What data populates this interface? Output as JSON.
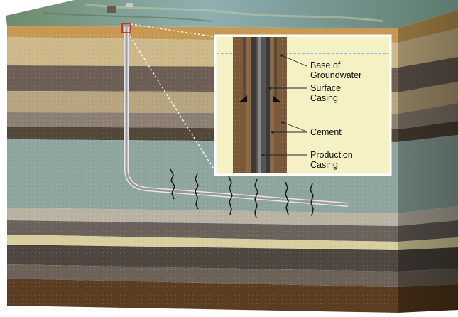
{
  "inset_labels": {
    "base_of_groundwater": [
      "Base of",
      "Groundwater"
    ],
    "surface_casing": [
      "Surface",
      "Casing"
    ],
    "cement": [
      "Cement"
    ],
    "production_casing": [
      "Production",
      "Casing"
    ]
  },
  "colors": {
    "groundwater_line": "#4aa3df",
    "inset_background": "#f6f1c4",
    "cement": "#7a5a3a",
    "casing": "#3a3a3a",
    "well_pipe": "#9a9a9a",
    "marker": "#d83030"
  }
}
